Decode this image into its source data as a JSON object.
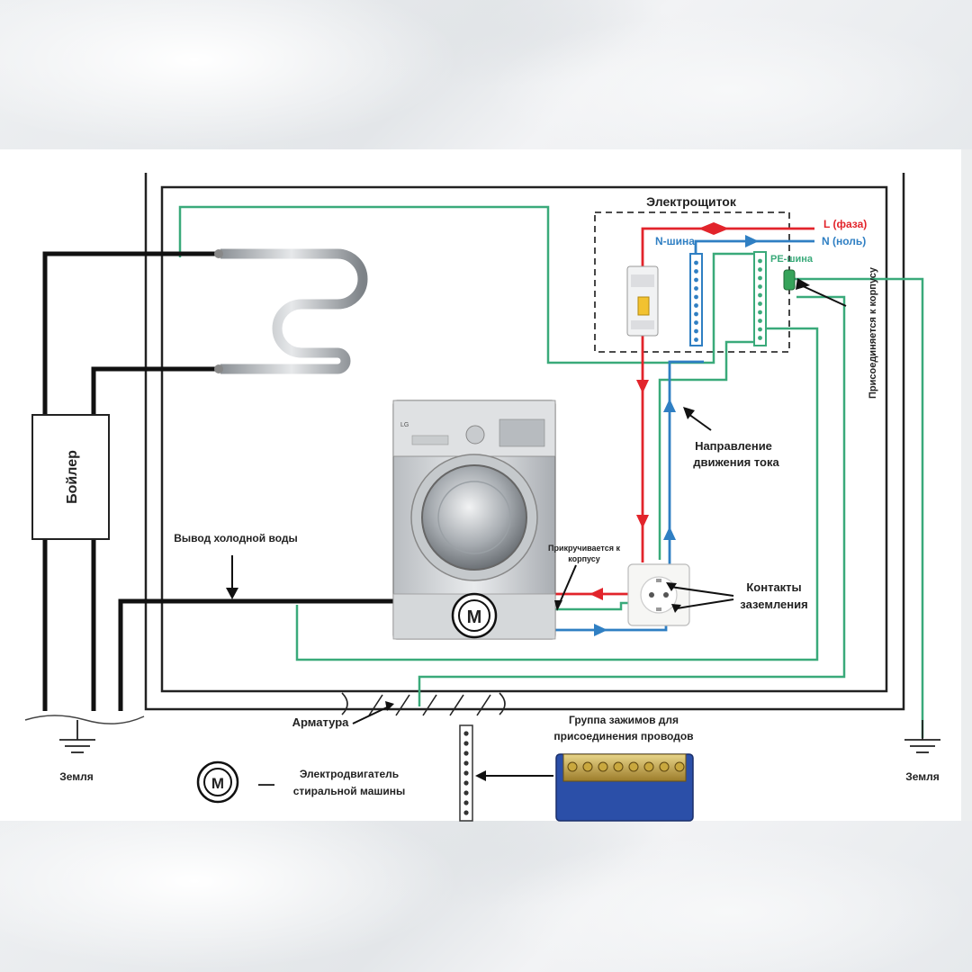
{
  "labels": {
    "panel": "Электрощиток",
    "l_phase": "L (фаза)",
    "n_neutral": "N (ноль)",
    "n_bus": "N-шина",
    "pe_bus": "PE-шина",
    "attaches_body": "Присоединяется к корпусу",
    "current_dir_1": "Направление",
    "current_dir_2": "движения тока",
    "boiler": "Бойлер",
    "cold_water": "Вывод холодной воды",
    "screwed_1": "Прикручивается к",
    "screwed_2": "корпусу",
    "ground_contacts_1": "Контакты",
    "ground_contacts_2": "заземления",
    "rebar": "Арматура",
    "terminal_group_1": "Группа зажимов для",
    "terminal_group_2": "присоединения проводов",
    "earth_left": "Земля",
    "earth_right": "Земля",
    "motor_symbol": "М",
    "motor_legend_dash": "—",
    "motor_legend_1": "Электродвигатель",
    "motor_legend_2": "стиральной машины",
    "washer_brand": "LG"
  },
  "colors": {
    "phase": "#e2242b",
    "neutral": "#2f7fc3",
    "pe": "#3aaa7a",
    "pipe": "#111111"
  },
  "icons": [
    "ground-icon",
    "circuit-breaker-icon",
    "socket-icon",
    "motor-icon",
    "towel-rail-icon",
    "washing-machine-icon",
    "terminal-block-icon"
  ]
}
